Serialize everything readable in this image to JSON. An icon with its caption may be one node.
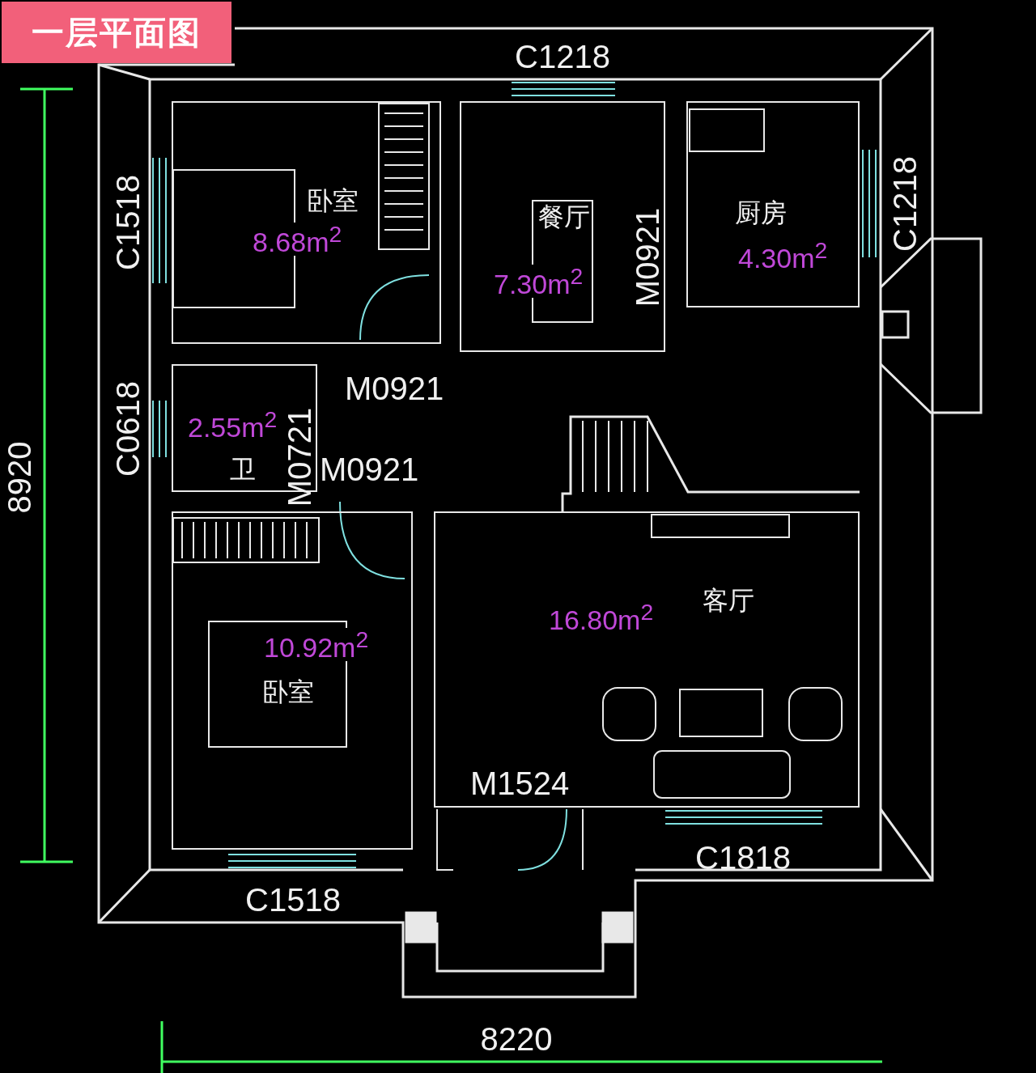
{
  "diagram": {
    "title": "一层平面图",
    "nodes": [
      {
        "text": [
          "卧室",
          "8.68m$^{2}$"
        ]
      },
      {
        "text": [
          "餐厅",
          "7.30m$^{2}$"
        ]
      },
      {
        "text": [
          "厨房",
          "4.30m$^{2}$"
        ]
      },
      {
        "text": [
          "2.55m$^{2}$",
          "卫"
        ]
      },
      {
        "text": [
          "10.92m$^{2}$",
          "卧室"
        ]
      },
      {
        "text": [
          "客厅",
          "16.80m$^{2}$"
        ]
      }
    ],
    "labels": [
      "C1218",
      "C1518",
      "M0921",
      "C1218",
      "C0618",
      "M0721",
      "M0921",
      "8920",
      "M0921",
      "M1524",
      "C1818",
      "C1518",
      "8220"
    ]
  }
}
